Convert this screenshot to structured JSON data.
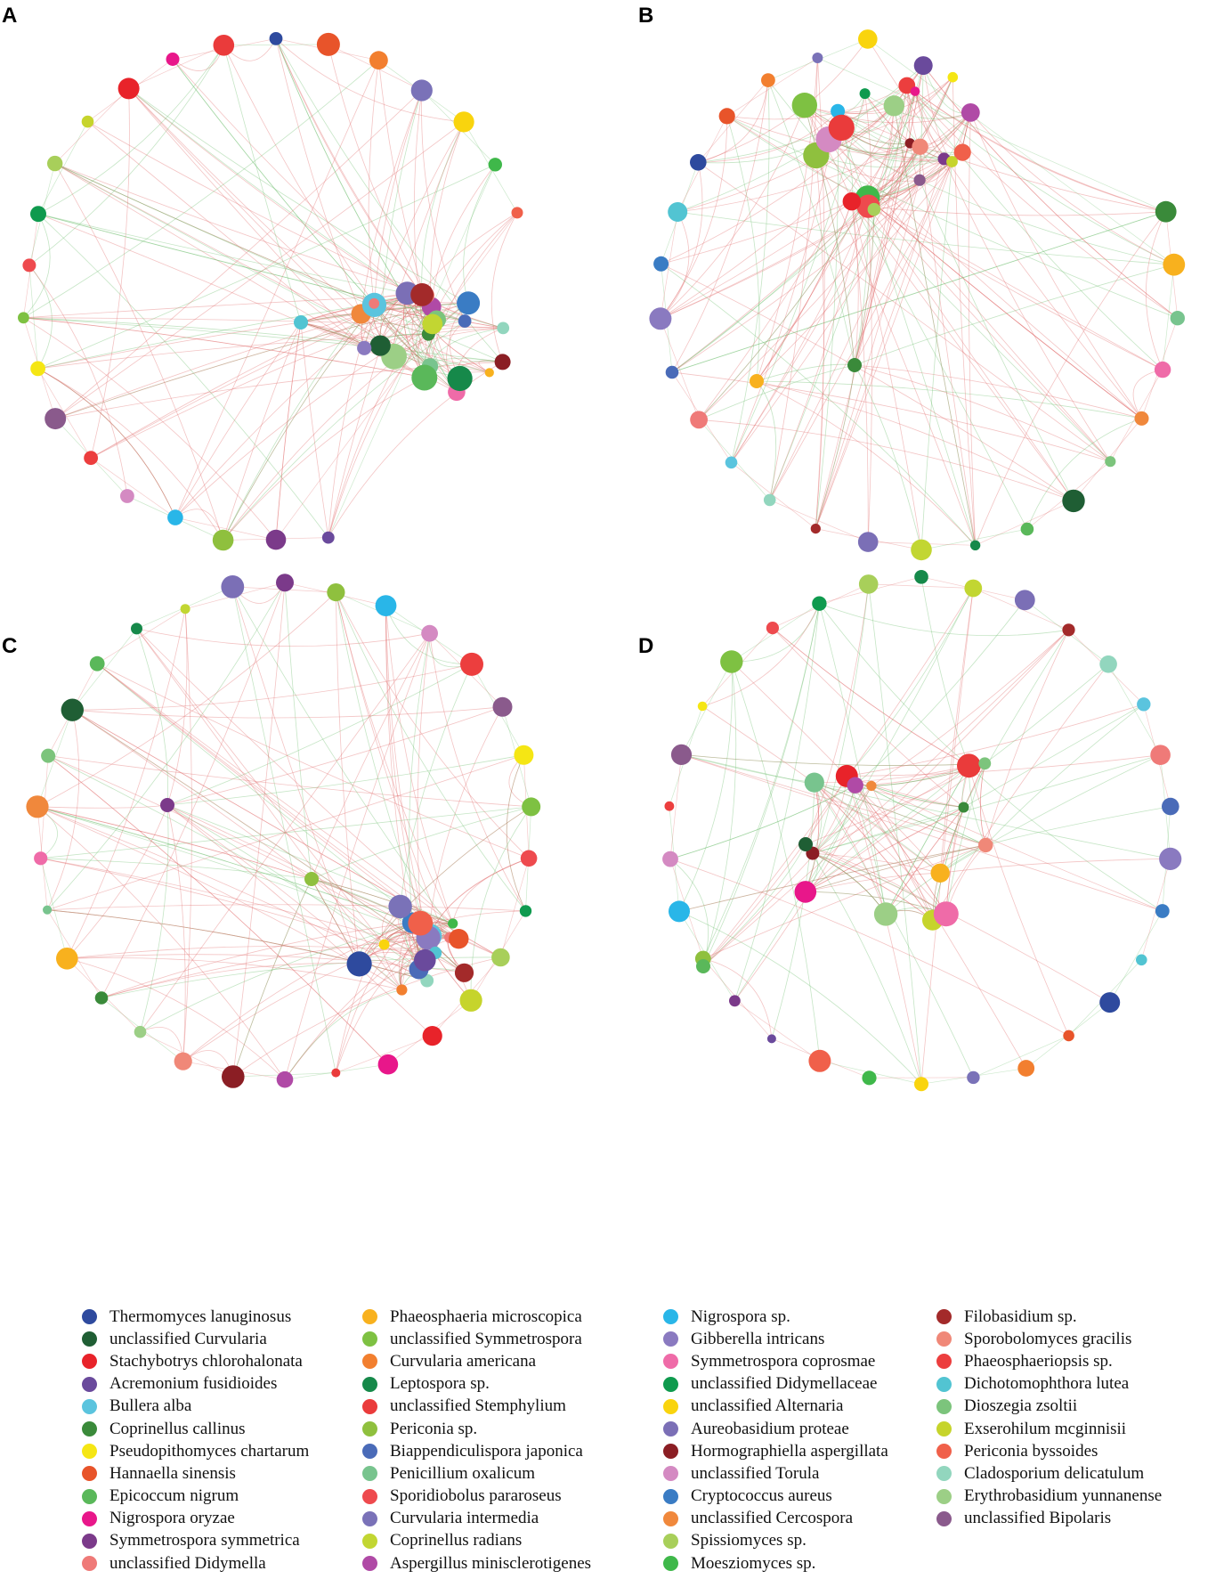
{
  "panels": [
    {
      "label": "A",
      "pattern": "clustered"
    },
    {
      "label": "B",
      "pattern": "top-cluster"
    },
    {
      "label": "C",
      "pattern": "split-hubs"
    },
    {
      "label": "D",
      "pattern": "dispersed"
    }
  ],
  "edge_colors": {
    "positive": "#e06b6b",
    "negative": "#6fbf6f"
  },
  "legend": {
    "columns": [
      [
        {
          "name": "Thermomyces lanuginosus",
          "color": "#2e4a9e"
        },
        {
          "name": "unclassified Curvularia",
          "color": "#1f5e34"
        },
        {
          "name": "Stachybotrys chlorohalonata",
          "color": "#e8232a"
        },
        {
          "name": "Acremonium fusidioides",
          "color": "#6a4a9c"
        },
        {
          "name": "Bullera alba",
          "color": "#5bc4de"
        },
        {
          "name": "Coprinellus callinus",
          "color": "#3a8a3a"
        },
        {
          "name": "Pseudopithomyces chartarum",
          "color": "#f5e614"
        },
        {
          "name": "Hannaella sinensis",
          "color": "#e8542a"
        },
        {
          "name": "Epicoccum nigrum",
          "color": "#5ab85a"
        },
        {
          "name": "Nigrospora oryzae",
          "color": "#e8178a"
        },
        {
          "name": "Symmetrospora symmetrica",
          "color": "#7b3a8a"
        },
        {
          "name": "unclassified Didymella",
          "color": "#ef7a78"
        }
      ],
      [
        {
          "name": "Phaeosphaeria microscopica",
          "color": "#f8b11e"
        },
        {
          "name": "unclassified Symmetrospora",
          "color": "#7ec142"
        },
        {
          "name": "Curvularia americana",
          "color": "#f27f2f"
        },
        {
          "name": "Leptospora sp.",
          "color": "#16894a"
        },
        {
          "name": "unclassified Stemphylium",
          "color": "#ea3b3b"
        },
        {
          "name": "Periconia sp.",
          "color": "#8fc03e"
        },
        {
          "name": "Biappendiculispora japonica",
          "color": "#4a6bb8"
        },
        {
          "name": "Penicillium oxalicum",
          "color": "#78c48e"
        },
        {
          "name": "Sporidiobolus pararoseus",
          "color": "#ee4a4e"
        },
        {
          "name": "Curvularia intermedia",
          "color": "#7a72b8"
        },
        {
          "name": "Coprinellus radians",
          "color": "#c2d632"
        },
        {
          "name": "Aspergillus minisclerotigenes",
          "color": "#b04aa6"
        }
      ],
      [
        {
          "name": "Nigrospora sp.",
          "color": "#29b6e8"
        },
        {
          "name": "Gibberella intricans",
          "color": "#8a7ac0"
        },
        {
          "name": "Symmetrospora coprosmae",
          "color": "#ef6ba8"
        },
        {
          "name": "unclassified Didymellaceae",
          "color": "#0f9a4e"
        },
        {
          "name": "unclassified Alternaria",
          "color": "#f9d40e"
        },
        {
          "name": "Aureobasidium proteae",
          "color": "#7b6fb6"
        },
        {
          "name": "Hormographiella aspergillata",
          "color": "#8b1e24"
        },
        {
          "name": "unclassified Torula",
          "color": "#d48ac2"
        },
        {
          "name": "Cryptococcus aureus",
          "color": "#3a7cc4"
        },
        {
          "name": "unclassified Cercospora",
          "color": "#f0883c"
        },
        {
          "name": "Spissiomyces sp.",
          "color": "#a8cf5a"
        },
        {
          "name": "Moesziomyces sp.",
          "color": "#3fb84a"
        }
      ],
      [
        {
          "name": "Filobasidium sp.",
          "color": "#a32a2a"
        },
        {
          "name": "Sporobolomyces gracilis",
          "color": "#f08878"
        },
        {
          "name": "Phaeosphaeriopsis sp.",
          "color": "#ec3e3e"
        },
        {
          "name": "Dichotomophthora lutea",
          "color": "#52c4d2"
        },
        {
          "name": "Dioszegia zsoltii",
          "color": "#7cc47c"
        },
        {
          "name": "Exserohilum mcginnisii",
          "color": "#c6d42c"
        },
        {
          "name": "Periconia byssoides",
          "color": "#f0604a"
        },
        {
          "name": "Cladosporium delicatulum",
          "color": "#92d6be"
        },
        {
          "name": "Erythrobasidium yunnanense",
          "color": "#9ccf86"
        },
        {
          "name": "unclassified Bipolaris",
          "color": "#8a5a8c"
        }
      ]
    ]
  }
}
